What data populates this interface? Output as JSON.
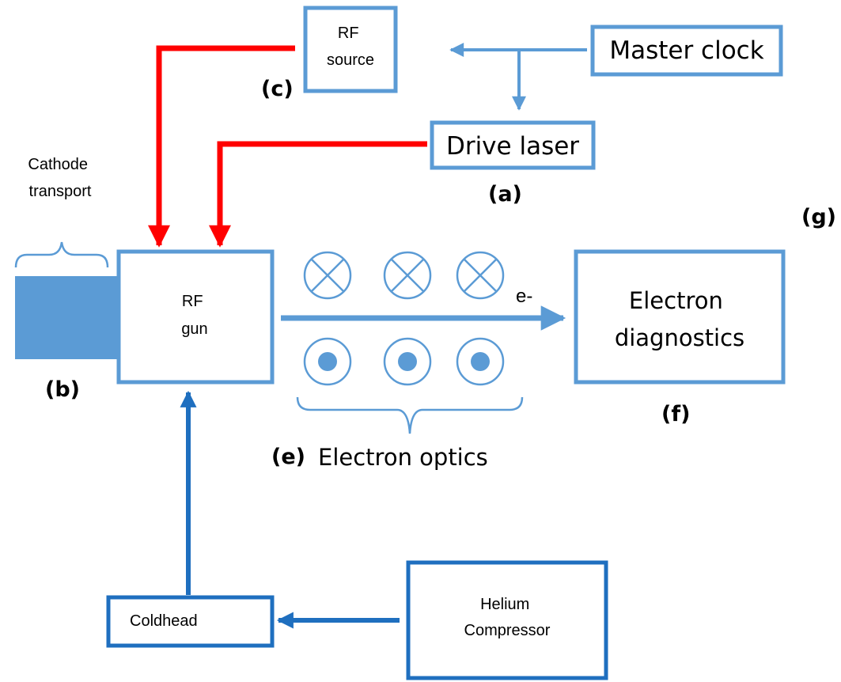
{
  "nodes": {
    "rf_source": [
      "RF",
      "source"
    ],
    "master_clock": "Master clock",
    "drive_laser": "Drive laser",
    "cathode_transport": [
      "Cathode",
      "transport"
    ],
    "rf_gun": [
      "RF",
      "gun"
    ],
    "electron_diagnostics": [
      "Electron",
      "diagnostics"
    ],
    "electron_optics": "Electron optics",
    "coldhead": "Coldhead",
    "helium_compressor": [
      "Helium",
      "Compressor"
    ],
    "beam_label": "e-"
  },
  "labels": {
    "a": "(a)",
    "b": "(b)",
    "c": "(c)",
    "e": "(e)",
    "f": "(f)",
    "g": "(g)"
  },
  "colors": {
    "box_stroke": "#5b9bd5",
    "dark_stroke": "#1f6fbf",
    "rf_line": "#ff0000",
    "cathode_fill": "#5b9bd5"
  }
}
